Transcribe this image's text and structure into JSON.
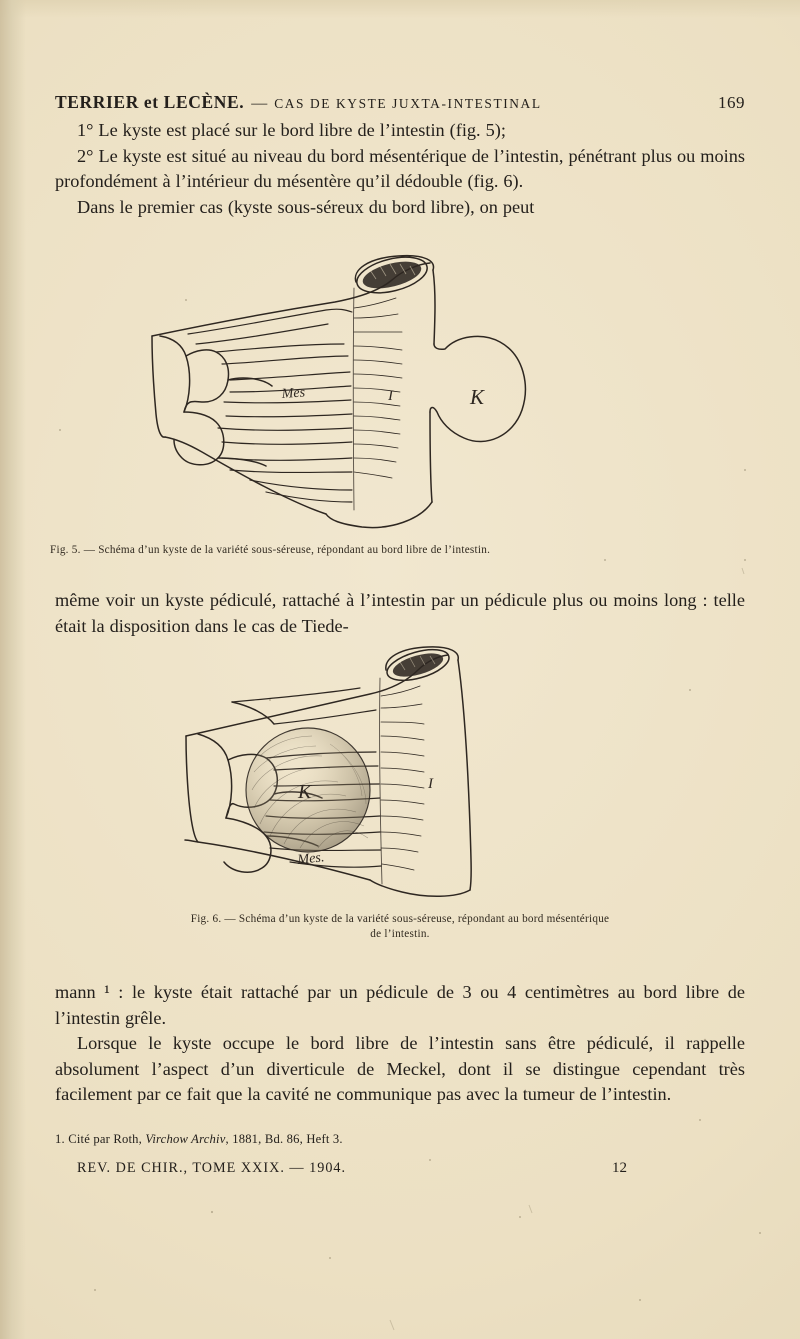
{
  "page": {
    "paper_color": "#ece0c4",
    "ink_color": "#2e2721",
    "number": "169"
  },
  "running_head": {
    "authors": "TERRIER et LECÈNE.",
    "dash": "—",
    "title": "CAS DE KYSTE JUXTA-INTESTINAL",
    "page_number": "169"
  },
  "body": {
    "paragraph_1": [
      "1° Le kyste est placé sur le bord libre de l’intestin (fig. 5);",
      "2° Le kyste est situé au niveau du bord mésentérique de l’intestin, pénétrant plus ou moins profondément à l’intérieur du mésentère qu’il dédouble (fig. 6).",
      "Dans le premier cas (kyste sous-séreux du bord libre), on peut"
    ],
    "paragraph_2": [
      "même voir un kyste pédiculé, rattaché à l’intestin par un pédicule plus ou moins long : telle était la disposition dans le cas de Tiede-"
    ],
    "paragraph_3": [
      "mann ¹ : le kyste était rattaché par un pédicule de 3 ou 4 centimètres au bord libre de l’intestin grêle.",
      "Lorsque le kyste occupe le bord libre de l’intestin sans être pédiculé, il rappelle absolument l’aspect d’un diverticule de Meckel, dont il se distingue cependant très facilement par ce fait que la cavité ne communique pas avec la tumeur de l’intestin."
    ],
    "footnote_marker": "1"
  },
  "figures": [
    {
      "id": "fig5",
      "caption": "Fig. 5. — Schéma d’un kyste de la variété sous-séreuse, répondant au bord libre de l’intestin.",
      "labels": {
        "mesentery": "Mes",
        "intestine": "I",
        "cyst": "K"
      }
    },
    {
      "id": "fig6",
      "caption_line_1": "Fig. 6. — Schéma d’un kyste de la variété sous-séreuse, répondant au bord mésentérique",
      "caption_line_2": "de l’intestin.",
      "labels": {
        "mesentery": "Mes.",
        "intestine": "I",
        "cyst": "K"
      }
    }
  ],
  "footnote": {
    "number": "1.",
    "text_before": "Cité par Roth,",
    "italic": "Virchow Archiv",
    "text_after": ", 1881, Bd. 86, Heft 3."
  },
  "footer": {
    "journal_line": "Rev. de chir., tome XXIX. — 1904.",
    "signature": "12"
  }
}
